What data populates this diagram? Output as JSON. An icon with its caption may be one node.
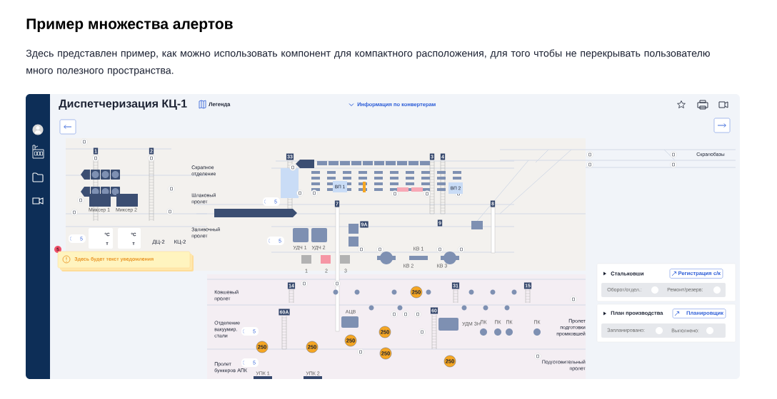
{
  "diagram": {
    "title": "Пример множества алертов",
    "caption": "Здесь представлен пример, как можно использовать компонент для компактного расположения, для того чтобы не перекрывать пользователю много полезного пространства.",
    "labels": [
      "Диспетчеризация КЦ-1",
      "Легенда",
      "Информация по конвертерам",
      "1",
      "2",
      "Скрапное отделение",
      "33",
      "3",
      "4",
      "Скрапобазы",
      "ВП 1",
      "ВП 2",
      "Шлаковый пролет",
      "5",
      "7",
      "8",
      "Миксер 1",
      "Миксер 2",
      "9А",
      "9",
      "Заливочный пролет",
      "5",
      "5",
      "°C",
      "т",
      "°C",
      "т",
      "ДЦ-2",
      "КЦ-2",
      "5",
      "УДЧ 1",
      "УДЧ 2",
      "КВ 1",
      "Здесь будет текст уведомления",
      "1",
      "2",
      "3",
      "КВ 2",
      "КВ 3",
      "Стальковши",
      "Регистрация с/к",
      "14",
      "31",
      "15",
      "Оборот/отдел.:",
      "Ремонт/резерв:",
      "Ковшевый пролет",
      "250",
      "60А",
      "АЦВ",
      "60",
      "План производства",
      "Планировщик",
      "ПК",
      "ПК",
      "ПК",
      "ПК",
      "УДМ ЗН",
      "Отделение вакуумир. стали",
      "5",
      "250",
      "Пролет подготовки промковшей",
      "Запланировано:",
      "Выполнено:",
      "250",
      "250",
      "250",
      "250",
      "5",
      "250",
      "Пролет бункеров АПК",
      "Подготовительный пролет",
      "УПК 1",
      "УПК 2"
    ]
  }
}
